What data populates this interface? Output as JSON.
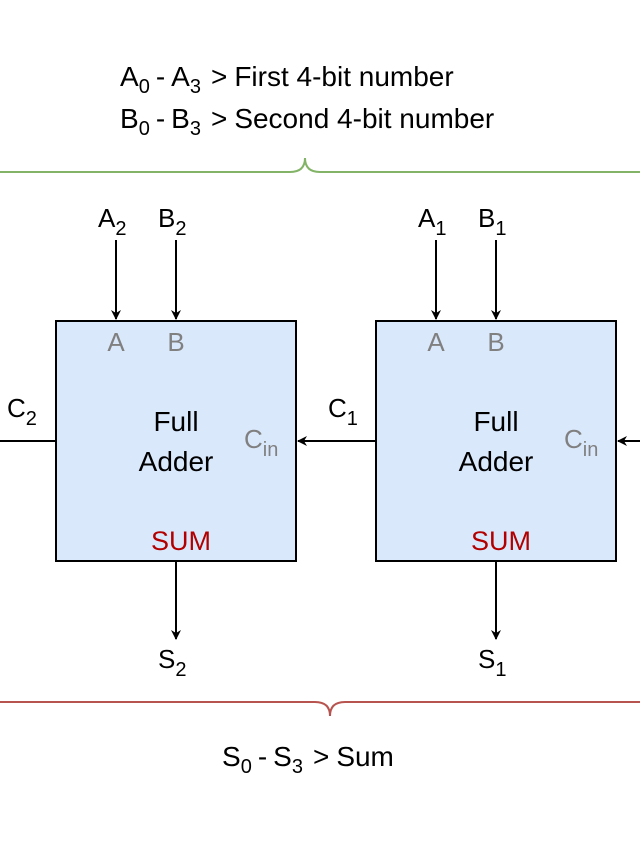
{
  "legend": {
    "line_a": {
      "base": "A",
      "sub0": "0",
      "dash": "-",
      "base2": "A",
      "sub1": "3",
      "gt": ">",
      "desc": "First 4-bit number"
    },
    "line_b": {
      "base": "B",
      "sub0": "0",
      "dash": "-",
      "base2": "B",
      "sub1": "3",
      "gt": ">",
      "desc": "Second 4-bit number"
    }
  },
  "adders": [
    {
      "title_line1": "Full",
      "title_line2": "Adder",
      "port_a": "A",
      "port_b": "B",
      "port_cin": "C",
      "port_cin_sub": "in",
      "port_sum": "SUM",
      "input_a": {
        "base": "A",
        "sub": "2"
      },
      "input_b": {
        "base": "B",
        "sub": "2"
      },
      "output_s": {
        "base": "S",
        "sub": "2"
      },
      "carry_out": {
        "base": "C",
        "sub": "2"
      }
    },
    {
      "title_line1": "Full",
      "title_line2": "Adder",
      "port_a": "A",
      "port_b": "B",
      "port_cin": "C",
      "port_cin_sub": "in",
      "port_sum": "SUM",
      "input_a": {
        "base": "A",
        "sub": "1"
      },
      "input_b": {
        "base": "B",
        "sub": "1"
      },
      "output_s": {
        "base": "S",
        "sub": "1"
      },
      "carry_out": {
        "base": "C",
        "sub": "1"
      }
    }
  ],
  "sum_note": {
    "base": "S",
    "sub0": "0",
    "dash": "-",
    "base2": "S",
    "sub1": "3",
    "gt": ">",
    "desc": "Sum"
  },
  "colors": {
    "adder_fill": "#dae8fc",
    "adder_stroke": "#000000",
    "sum_label": "#b20000",
    "port_label": "#808080",
    "top_brace": "#82b366",
    "bottom_brace": "#b85450"
  }
}
